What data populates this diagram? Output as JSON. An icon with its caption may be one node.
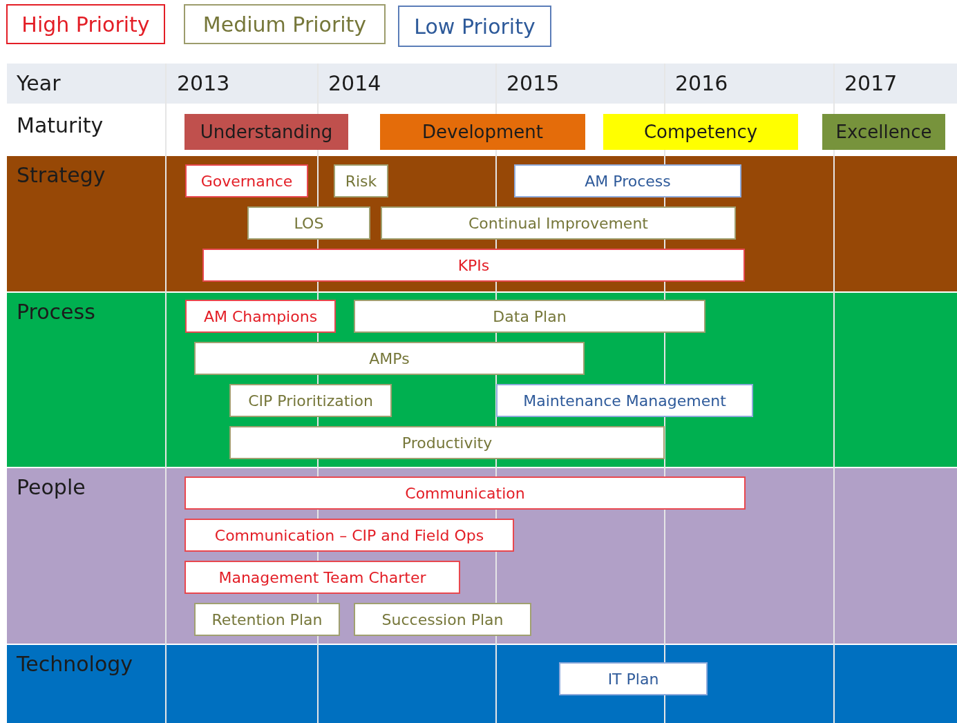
{
  "diagram": {
    "nodes": [
      {
        "text": [
          "Understanding"
        ]
      },
      {
        "text": [
          "Development"
        ]
      },
      {
        "text": [
          "Competency"
        ]
      },
      {
        "text": [
          "Excellence"
        ]
      },
      {
        "text": [
          "Strategy"
        ]
      },
      {
        "text": [
          "Governance"
        ],
        "in": 4
      },
      {
        "text": [
          "Risk"
        ],
        "in": 4
      },
      {
        "text": [
          "AM Process"
        ],
        "in": 4
      },
      {
        "text": [
          "LOS"
        ],
        "in": 4
      },
      {
        "text": [
          "Continual Improvement"
        ],
        "in": 4
      },
      {
        "text": [
          "KPIs"
        ],
        "in": 4
      },
      {
        "text": [
          "Process"
        ]
      },
      {
        "text": [
          "AM Champions"
        ],
        "in": 11
      },
      {
        "text": [
          "Data Plan"
        ],
        "in": 11
      },
      {
        "text": [
          "AMPs"
        ],
        "in": 11
      },
      {
        "text": [
          "CIP Prioritization"
        ],
        "in": 11
      },
      {
        "text": [
          "Maintenance Management"
        ],
        "in": 11
      },
      {
        "text": [
          "Productivity"
        ],
        "in": 11
      },
      {
        "text": [
          "People"
        ]
      },
      {
        "text": [
          "Communication"
        ],
        "in": 18
      },
      {
        "text": [
          "Communication – CIP and Field Ops"
        ],
        "in": 18
      },
      {
        "text": [
          "Management Team Charter"
        ],
        "in": 18
      },
      {
        "text": [
          "Retention Plan"
        ],
        "in": 18
      },
      {
        "text": [
          "Succession Plan"
        ],
        "in": 18
      },
      {
        "text": [
          "Technology"
        ]
      },
      {
        "text": [
          "IT Plan"
        ],
        "in": 24
      }
    ],
    "labels": [
      "Year",
      "2013",
      "2014",
      "2015",
      "2016",
      "2017",
      "Maturity"
    ],
    "legend": [
      {
        "text": "High Priority",
        "color": "#e31e26"
      },
      {
        "text": "Medium Priority",
        "color": "#76773a"
      },
      {
        "text": "Low Priority",
        "color": "#2e5a9a"
      }
    ]
  }
}
